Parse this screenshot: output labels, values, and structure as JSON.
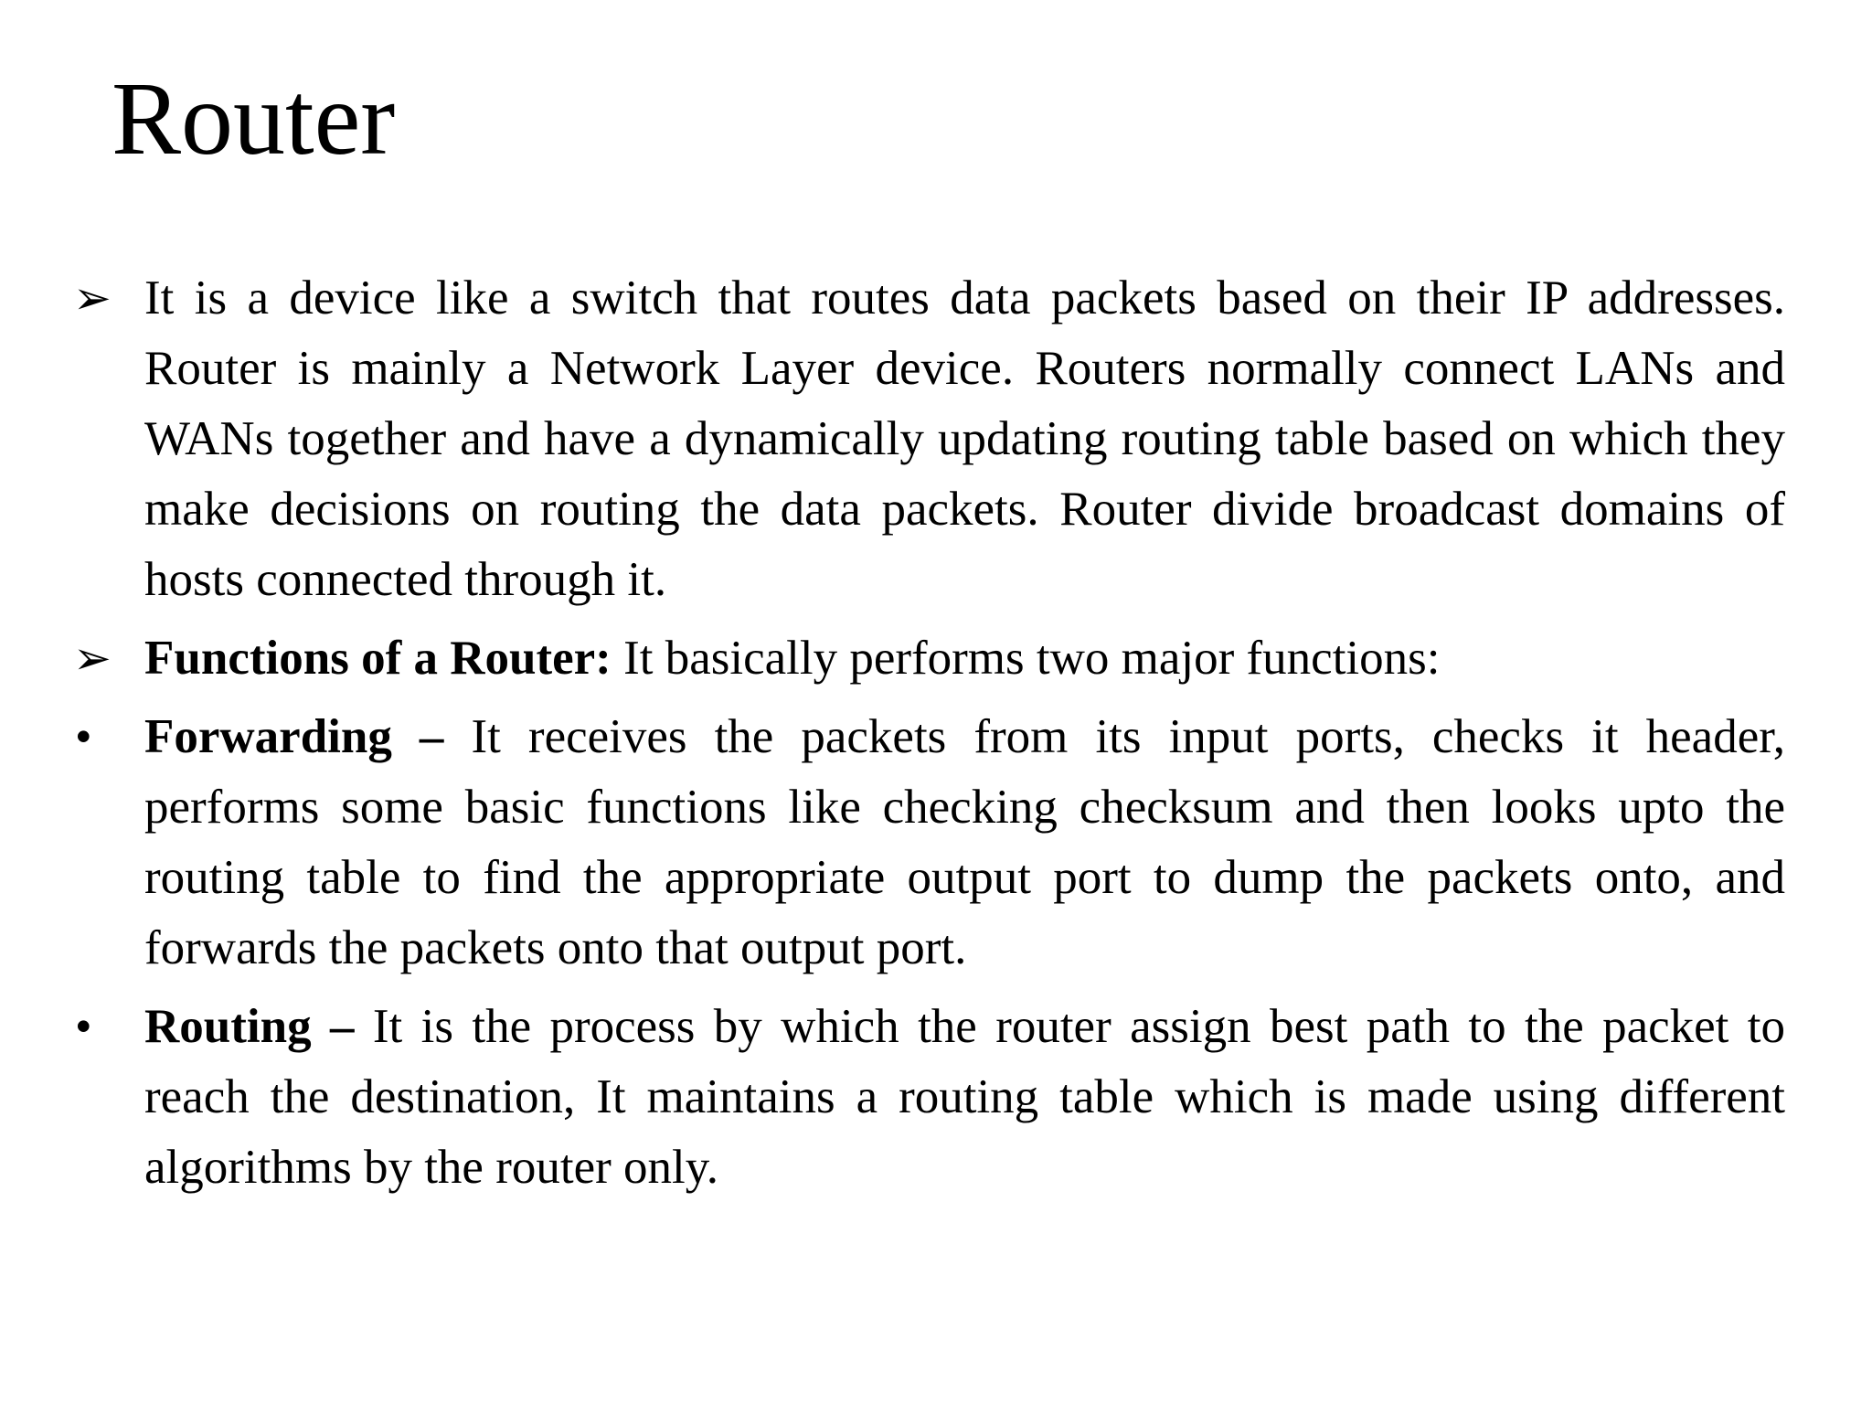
{
  "slide": {
    "title": "Router",
    "colors": {
      "background": "#ffffff",
      "text": "#000000"
    },
    "bullets": [
      {
        "marker": "➢",
        "marker_name": "arrow-bullet",
        "lead_bold": "",
        "text": "It is a device like a switch that routes data packets based on their IP addresses. Router is mainly a Network Layer device. Routers normally connect LANs and WANs together and have a dynamically updating routing table based on which they make decisions on routing the data packets. Router divide broadcast domains of hosts connected through it."
      },
      {
        "marker": "➢",
        "marker_name": "arrow-bullet",
        "lead_bold": "Functions of a Router:",
        "text": " It basically performs two major functions:"
      },
      {
        "marker": "•",
        "marker_name": "dot-bullet",
        "lead_bold": "Forwarding –",
        "text": " It receives the packets from its input ports, checks it header, performs some basic functions like checking checksum and then looks upto the routing table to find the appropriate output port to dump the packets onto, and forwards the packets onto that output port."
      },
      {
        "marker": "•",
        "marker_name": "dot-bullet",
        "lead_bold": "Routing –",
        "text": " It is the process by which the router assign best path to the packet to reach the destination, It maintains a routing table which is made using different algorithms by the router only."
      }
    ]
  }
}
